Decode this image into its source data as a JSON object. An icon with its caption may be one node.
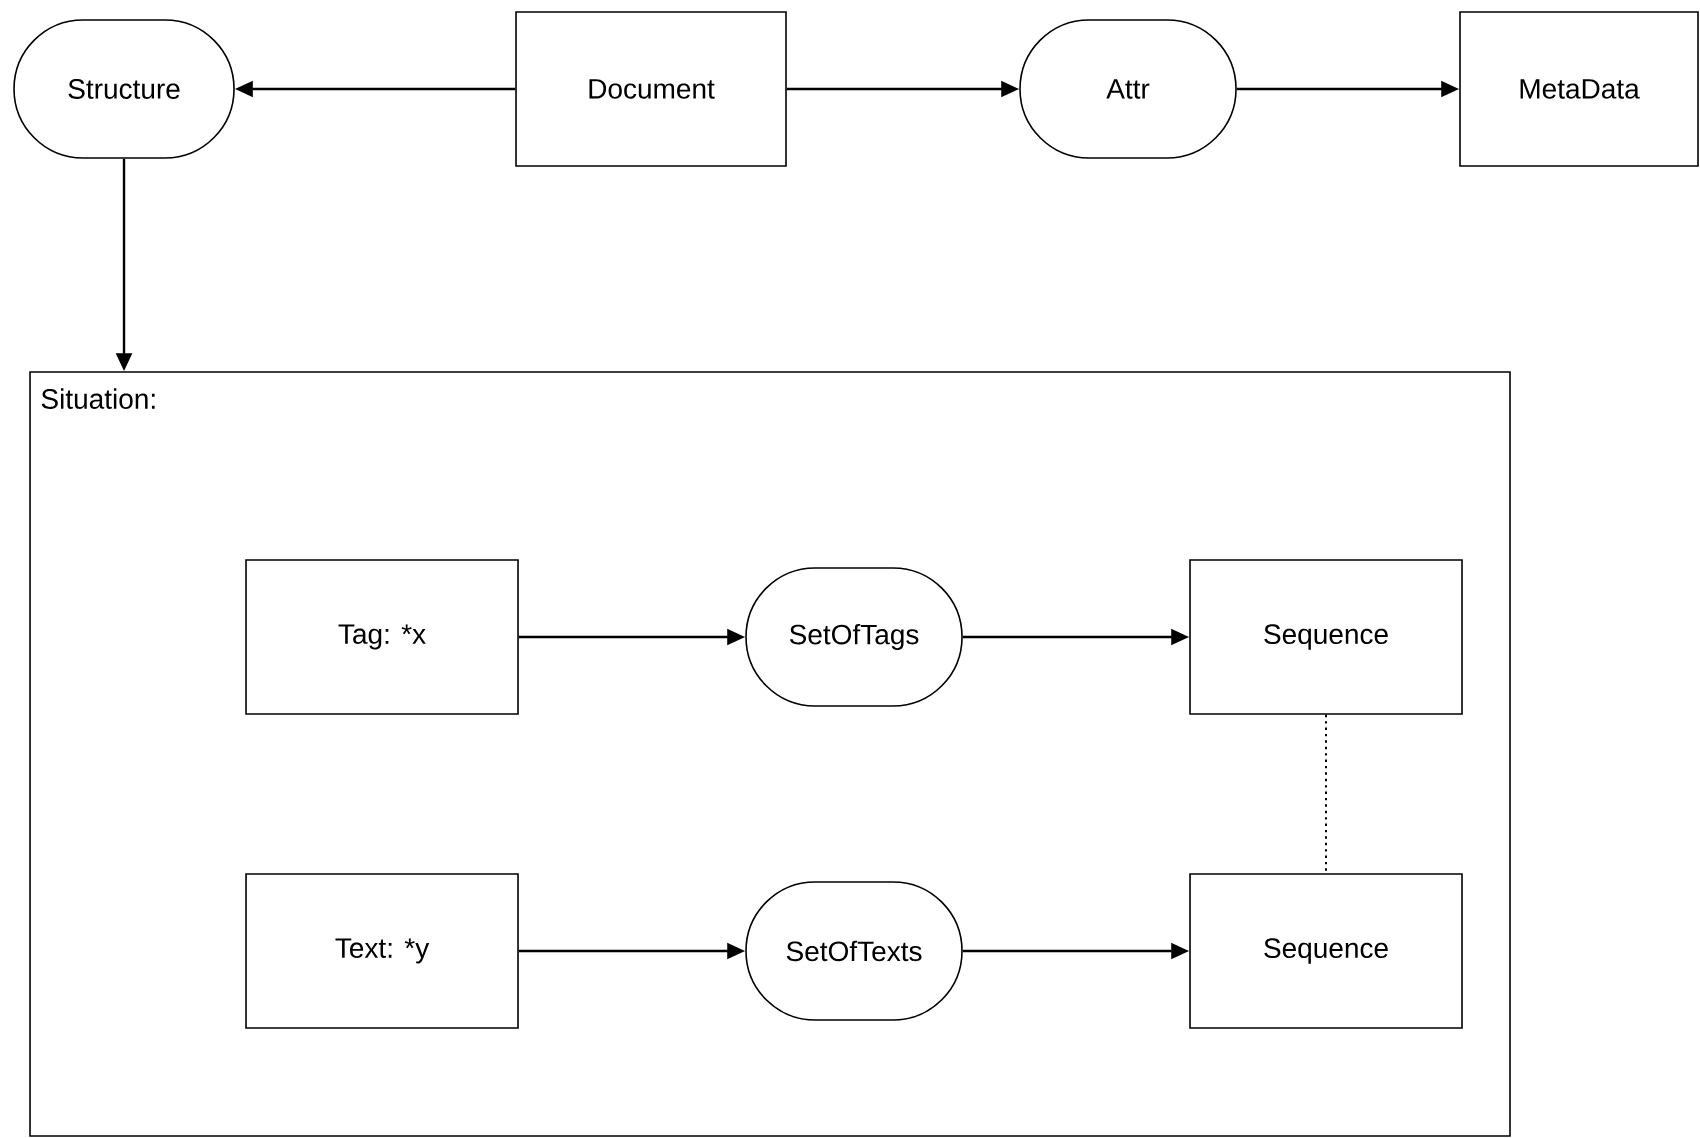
{
  "diagram": {
    "nodes": [
      {
        "text": [
          "Structure"
        ]
      },
      {
        "text": [
          "Document"
        ]
      },
      {
        "text": [
          "Attr"
        ]
      },
      {
        "text": [
          "MetaData"
        ]
      },
      {
        "text": [
          "Situation:"
        ]
      },
      {
        "text": [
          "Tag: *x"
        ],
        "in": 4
      },
      {
        "text": [
          "SetOfTags"
        ],
        "in": 4
      },
      {
        "text": [
          "Sequence"
        ],
        "in": 4
      },
      {
        "text": [
          "Text: *y"
        ],
        "in": 4
      },
      {
        "text": [
          "SetOfTexts"
        ],
        "in": 4
      },
      {
        "text": [
          "Sequence"
        ],
        "in": 4
      }
    ],
    "edges": [
      {
        "from": 1,
        "to": 0,
        "arrow": "to"
      },
      {
        "from": 1,
        "to": 2,
        "arrow": "to"
      },
      {
        "from": 2,
        "to": 3,
        "arrow": "to"
      },
      {
        "from": 0,
        "to": 4,
        "arrow": "to"
      },
      {
        "from": 5,
        "to": 6,
        "arrow": "to"
      },
      {
        "from": 6,
        "to": 7,
        "arrow": "to"
      },
      {
        "from": 8,
        "to": 9,
        "arrow": "to"
      },
      {
        "from": 9,
        "to": 10,
        "arrow": "to"
      },
      {
        "from": 7,
        "to": 10,
        "arrow": "none",
        "style": "dashed"
      }
    ]
  }
}
